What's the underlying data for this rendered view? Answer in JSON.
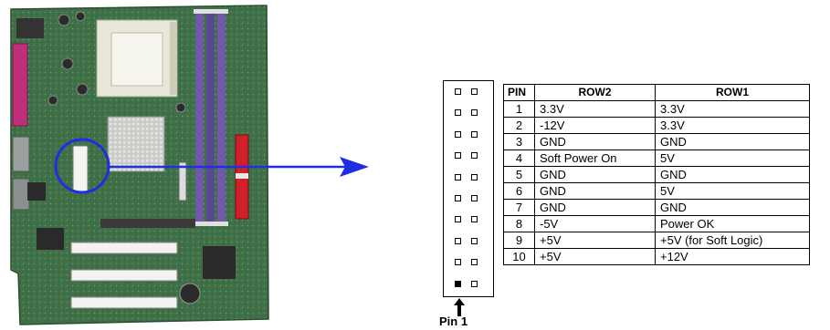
{
  "table": {
    "headers": [
      "PIN",
      "ROW2",
      "ROW1"
    ],
    "rows": [
      {
        "pin": "1",
        "row2": "3.3V",
        "row1": "3.3V"
      },
      {
        "pin": "2",
        "row2": "-12V",
        "row1": "3.3V"
      },
      {
        "pin": "3",
        "row2": "GND",
        "row1": "GND"
      },
      {
        "pin": "4",
        "row2": "Soft Power On",
        "row1": "5V"
      },
      {
        "pin": "5",
        "row2": "GND",
        "row1": "GND"
      },
      {
        "pin": "6",
        "row2": "GND",
        "row1": "5V"
      },
      {
        "pin": "7",
        "row2": "GND",
        "row1": "GND"
      },
      {
        "pin": "8",
        "row2": "-5V",
        "row1": "Power OK"
      },
      {
        "pin": "9",
        "row2": "+5V",
        "row1": "+5V (for Soft Logic)"
      },
      {
        "pin": "10",
        "row2": "+5V",
        "row1": "+12V"
      }
    ]
  },
  "connector": {
    "pin_count_rows": 10,
    "pin1_label": "Pin 1"
  },
  "colors": {
    "board_green": "#3c6b45",
    "highlight_blue": "#1d2fe0",
    "ram_slot_purple": "#6e5aa8",
    "agp_red": "#d0202a",
    "io_magenta": "#c0307a"
  }
}
